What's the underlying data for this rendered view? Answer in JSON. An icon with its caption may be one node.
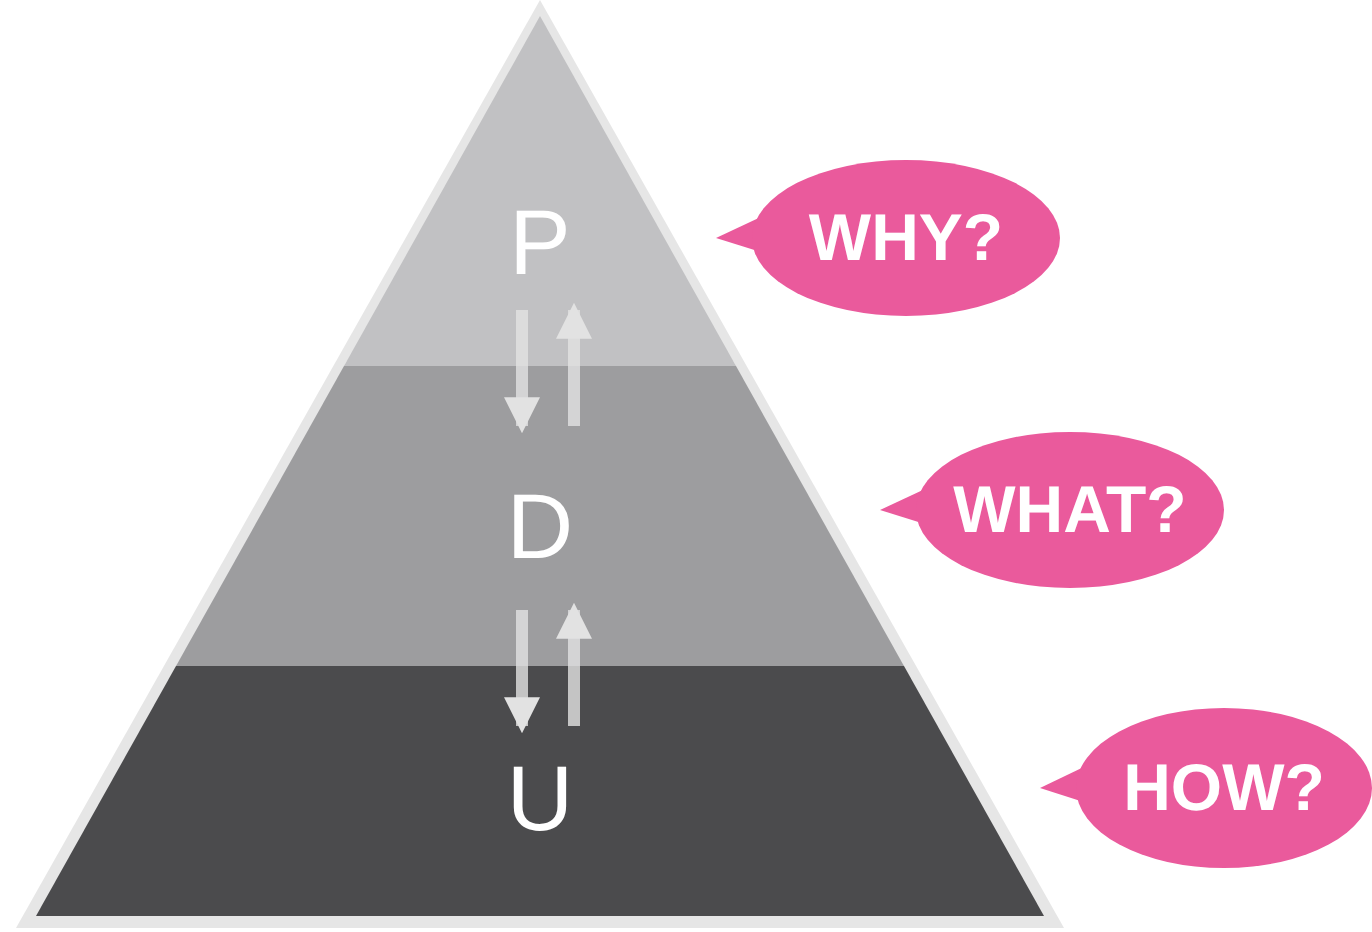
{
  "diagram": {
    "nodes": [
      {
        "text": [
          "P"
        ]
      },
      {
        "text": [
          "D"
        ]
      },
      {
        "text": [
          "U"
        ]
      },
      {
        "text": [
          "WHY?"
        ]
      },
      {
        "text": [
          "WHAT?"
        ]
      },
      {
        "text": [
          "HOW?"
        ]
      }
    ],
    "edges": [
      {
        "from": 0,
        "to": 1,
        "arrow": "to"
      },
      {
        "from": 1,
        "to": 0,
        "arrow": "to"
      },
      {
        "from": 1,
        "to": 2,
        "arrow": "to"
      },
      {
        "from": 2,
        "to": 1,
        "arrow": "to"
      }
    ]
  }
}
